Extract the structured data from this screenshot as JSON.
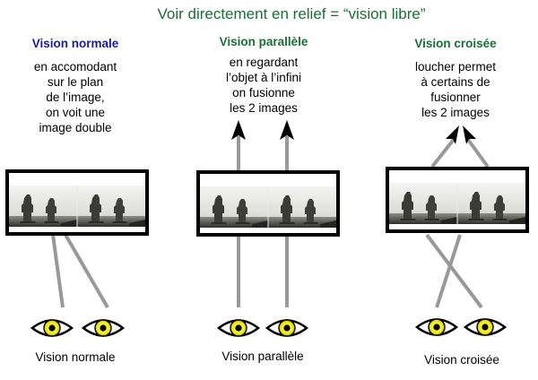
{
  "title": "Voir directement en relief = “vision libre”",
  "colors": {
    "title": "#1e6b3a",
    "heading_normal": "#1a1aa0",
    "heading_parallel": "#1e6b3a",
    "heading_crossed": "#1e6b3a",
    "line": "#999999",
    "eye_iris": "#f2ef1a",
    "frame": "#000000"
  },
  "panels": [
    {
      "heading": "Vision normale",
      "description": [
        "en accomodant",
        "sur le plan",
        "de l’image,",
        "on voit une",
        "image double"
      ],
      "label": "Vision normale"
    },
    {
      "heading": "Vision parallèle",
      "description": [
        "en regardant",
        "l’objet à l’infini",
        "on fusionne",
        "les 2 images"
      ],
      "label": "Vision parallèle"
    },
    {
      "heading": "Vision croisée",
      "description": [
        "loucher permet",
        "à certains de",
        "fusionner",
        "les 2 images"
      ],
      "label": "Vision croisée"
    }
  ]
}
